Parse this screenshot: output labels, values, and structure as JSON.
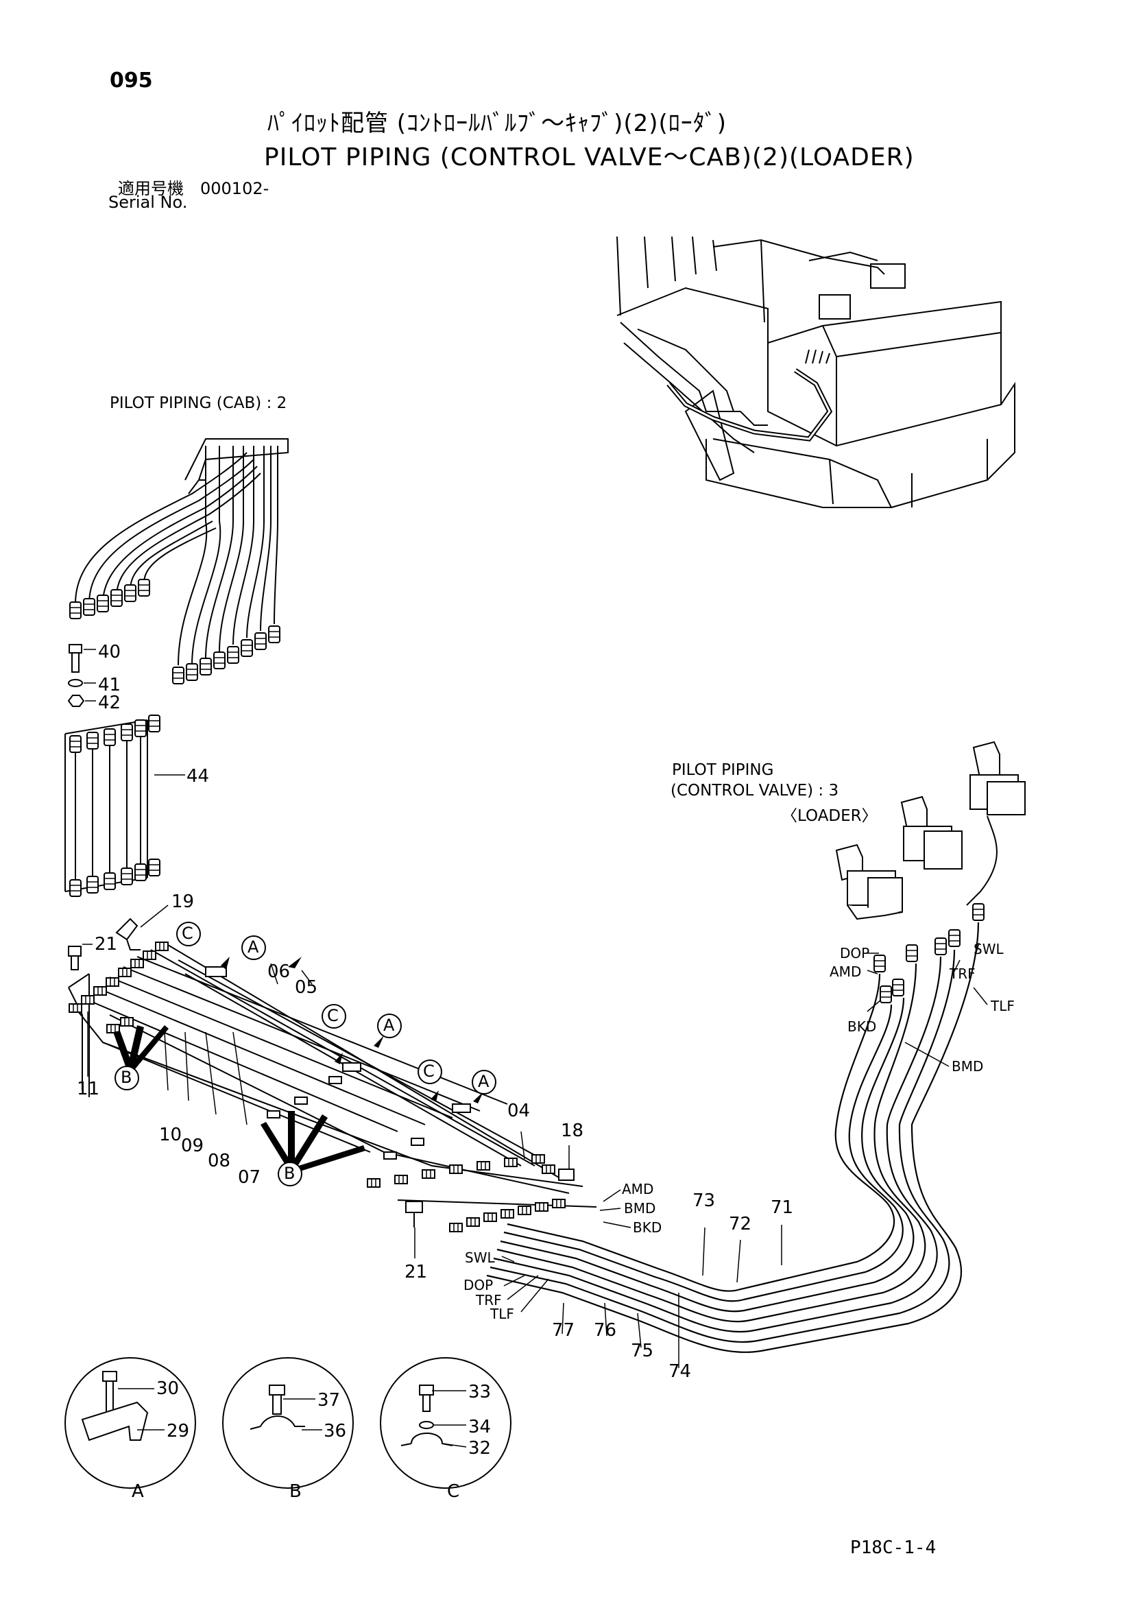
{
  "header": {
    "page_number": "095",
    "title_jp": "ﾊﾟｲﾛｯﾄ配管 (ｺﾝﾄﾛｰﾙﾊﾞﾙﾌﾞ～ｷｬﾌﾞ)(2)(ﾛｰﾀﾞ)",
    "title_en": "PILOT PIPING (CONTROL VALVE～CAB)(2)(LOADER)",
    "serial_jp": "適用号機　000102-",
    "serial_en": "Serial No."
  },
  "references": {
    "cab": "PILOT PIPING (CAB) : 2",
    "control_valve_1": "PILOT PIPING",
    "control_valve_2": "(CONTROL VALVE) : 3",
    "control_valve_3": "〈LOADER〉"
  },
  "part_numbers": {
    "p40": "40",
    "p41": "41",
    "p42": "42",
    "p44": "44",
    "p19": "19",
    "p21a": "21",
    "p21b": "21",
    "p11": "11",
    "p10": "10",
    "p09": "09",
    "p08": "08",
    "p07": "07",
    "p06": "06",
    "p05": "05",
    "p04": "04",
    "p18": "18",
    "p73": "73",
    "p72": "72",
    "p71": "71",
    "p77": "77",
    "p76": "76",
    "p75": "75",
    "p74": "74",
    "p30": "30",
    "p29": "29",
    "p37": "37",
    "p36": "36",
    "p33": "33",
    "p34": "34",
    "p32": "32"
  },
  "port_labels": {
    "dop_top": "DOP",
    "amd_top": "AMD",
    "bkd_top": "BKD",
    "swl_top": "SWL",
    "trf_top": "TRF",
    "tlf_top": "TLF",
    "bmd_top": "BMD",
    "amd_mid": "AMD",
    "bmd_mid": "BMD",
    "bkd_mid": "BKD",
    "swl_bot": "SWL",
    "dop_bot": "DOP",
    "trf_bot": "TRF",
    "tlf_bot": "TLF"
  },
  "detail_callouts": {
    "a": "A",
    "b": "B",
    "c": "C"
  },
  "detail_views": {
    "a": "A",
    "b": "B",
    "c": "C"
  },
  "footer": {
    "figure_code": "P18C-1-4"
  }
}
